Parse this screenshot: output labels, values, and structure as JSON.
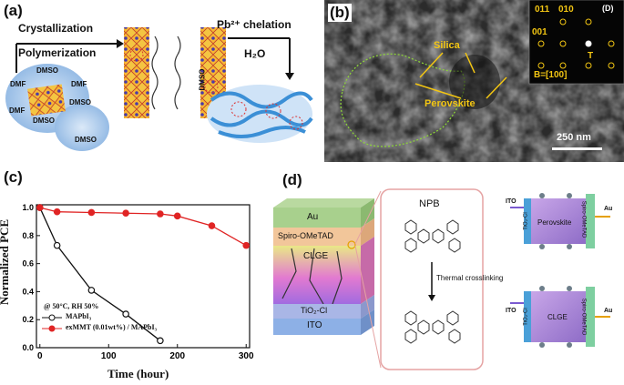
{
  "panel_a": {
    "label": "(a)",
    "crystallization": "Crystallization",
    "polymerization": "Polymerization",
    "chelation": "Pb²⁺ chelation",
    "water": "H₂O",
    "solvent_dmso": "DMSO",
    "solvent_dmf": "DMF"
  },
  "panel_b": {
    "label": "(b)",
    "silica": "Silica",
    "perovskite": "Perovskite",
    "scale_bar": "250 nm",
    "inset_tag": "(D)",
    "idx_011": "011",
    "idx_010": "010",
    "idx_001": "001",
    "idx_T": "T",
    "zone_axis": "B=[100]"
  },
  "panel_c": {
    "label": "(c)",
    "condition": "@ 50°C, RH 50%"
  },
  "panel_d": {
    "label": "(d)",
    "layers": [
      "Au",
      "Spiro-OMeTAD",
      "CLGE",
      "TiO₂-Cl",
      "ITO"
    ],
    "molecule": "NPB",
    "reaction": "Thermal crosslinking",
    "top_device": {
      "left": "ITO",
      "etl": "TiO₂-Cl",
      "center": "Perovskite",
      "htl": "Spiro-OMeTAD",
      "right": "Au"
    },
    "bottom_device": {
      "left": "ITO",
      "etl": "TiO₂-Cl",
      "center": "CLGE",
      "htl": "Spiro-OMeTAD",
      "right": "Au"
    }
  },
  "chart_data": {
    "type": "line",
    "xlabel": "Time (hour)",
    "ylabel": "Normalized PCE",
    "xlim": [
      -5,
      305
    ],
    "ylim": [
      0.0,
      1.02
    ],
    "xticks": [
      0,
      100,
      200,
      300
    ],
    "yticks": [
      0.0,
      0.2,
      0.4,
      0.6,
      0.8,
      1.0
    ],
    "xtick_labels": [
      "0",
      "100",
      "200",
      "300"
    ],
    "ytick_labels": [
      "0.0",
      "0.2",
      "0.4",
      "0.6",
      "0.8",
      "1.0"
    ],
    "grid": false,
    "legend_position": "bottom-left",
    "series": [
      {
        "name": "MAPbI₃",
        "color": "#111111",
        "marker": "circle-white",
        "x": [
          0,
          25,
          75,
          125,
          175
        ],
        "y": [
          1.0,
          0.73,
          0.41,
          0.24,
          0.05
        ]
      },
      {
        "name": "exMMT (0.01wt%) / MAPbI₃",
        "color": "#e02424",
        "marker": "circle-red",
        "x": [
          0,
          25,
          75,
          125,
          175,
          200,
          250,
          300
        ],
        "y": [
          1.0,
          0.97,
          0.965,
          0.96,
          0.955,
          0.94,
          0.87,
          0.73
        ]
      }
    ]
  }
}
